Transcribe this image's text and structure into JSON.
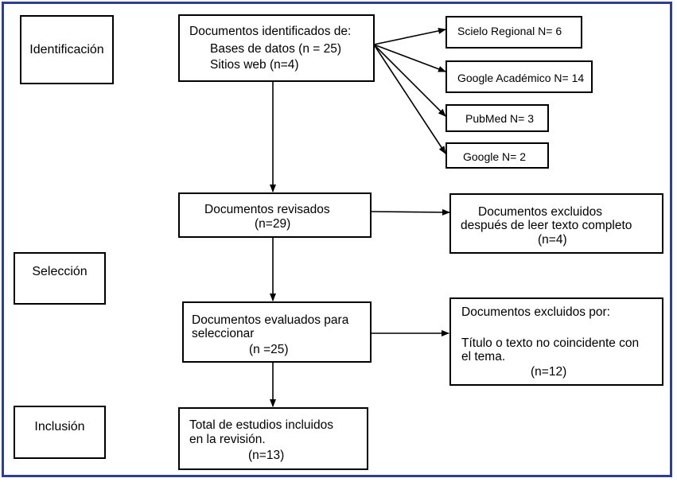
{
  "stages": {
    "identificacion": "Identificación",
    "seleccion": "Selección",
    "inclusion": "Inclusión"
  },
  "identified": {
    "title": "Documentos identificados de:",
    "databases": "Bases de datos (n = 25)",
    "websites": "Sitios web (n=4)"
  },
  "sources": {
    "scielo": "Scielo Regional  N= 6",
    "google_academico": "Google Académico  N= 14",
    "pubmed": "PubMed N= 3",
    "google": "Google N= 2"
  },
  "reviewed": {
    "title": "Documentos revisados",
    "count": "(n=29)"
  },
  "excluded_fulltext": {
    "line1": "Documentos excluidos",
    "line2": "después de leer texto completo",
    "count": "(n=4)"
  },
  "evaluated": {
    "line1": "Documentos evaluados para",
    "line2": "seleccionar",
    "count": "(n =25)"
  },
  "excluded_reason": {
    "title": "Documentos excluidos por:",
    "line1": "Título o texto no coincidente con",
    "line2": "el tema.",
    "count": "(n=12)"
  },
  "included": {
    "line1": "Total de estudios incluidos",
    "line2": "en la revisión.",
    "count": "(n=13)"
  }
}
